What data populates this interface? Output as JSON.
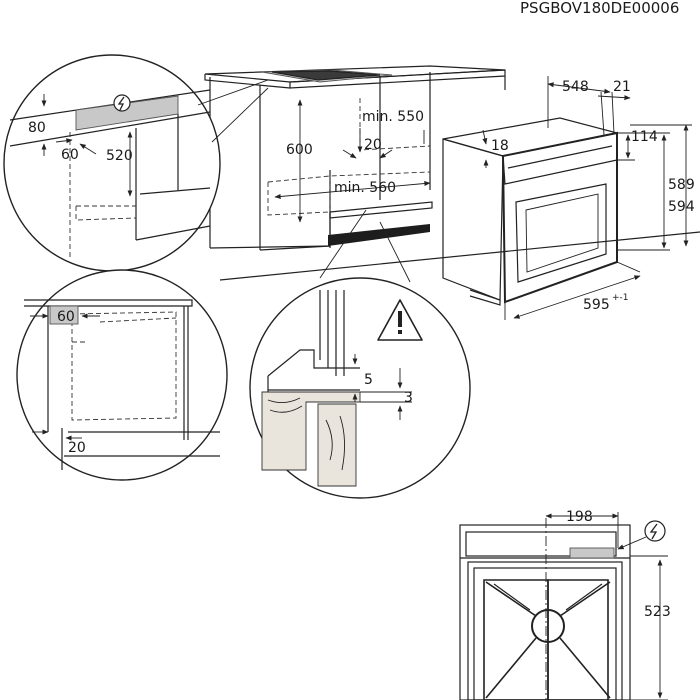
{
  "diagram_code": "PSGBOV180DE00006",
  "top_view": {
    "depth": "548",
    "offset": "21",
    "height_a": "589",
    "height_b": "594",
    "panel": "114",
    "gap": "18",
    "width": "595",
    "width_tol": "+-1"
  },
  "cabinet": {
    "height": "600",
    "depth_min": "min. 550",
    "width_min": "min. 560",
    "back_gap": "20"
  },
  "detail_left": {
    "top": "80",
    "side": "60",
    "height": "520"
  },
  "detail_side": {
    "top": "60",
    "bottom": "20"
  },
  "detail_floor": {
    "a": "5",
    "b": "3"
  },
  "front_view": {
    "width": "198",
    "height": "523"
  },
  "icons": [
    "electrical-connection-icon",
    "warning-triangle-icon"
  ]
}
